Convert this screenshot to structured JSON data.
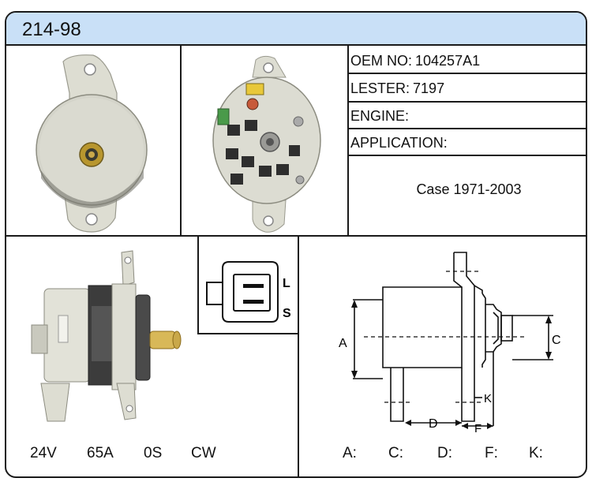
{
  "title": "214-98",
  "specs": {
    "oem_label": "OEM NO:",
    "oem_value": "104257A1",
    "lester_label": "LESTER:",
    "lester_value": "7197",
    "engine_label": "ENGINE:",
    "engine_value": "",
    "application_label": "APPLICATION:",
    "application_value": "Case 1971-2003"
  },
  "electrical": {
    "voltage": "24V",
    "amperage": "65A",
    "pulley": "0S",
    "rotation": "CW"
  },
  "connector": {
    "terminal_l": "L",
    "terminal_s": "S"
  },
  "dimensions": {
    "labels": {
      "a": "A",
      "c": "C",
      "d": "D",
      "k": "K",
      "f": "F"
    },
    "values_row": {
      "a_label": "A:",
      "a_value": "",
      "c_label": "C:",
      "c_value": "",
      "d_label": "D:",
      "d_value": "",
      "f_label": "F:",
      "f_value": "",
      "k_label": "K:",
      "k_value": ""
    }
  },
  "colors": {
    "header_bg": "#c9e0f7",
    "border": "#1a1a1a",
    "housing": "#e6e6de",
    "stator": "#3c3c3c"
  }
}
